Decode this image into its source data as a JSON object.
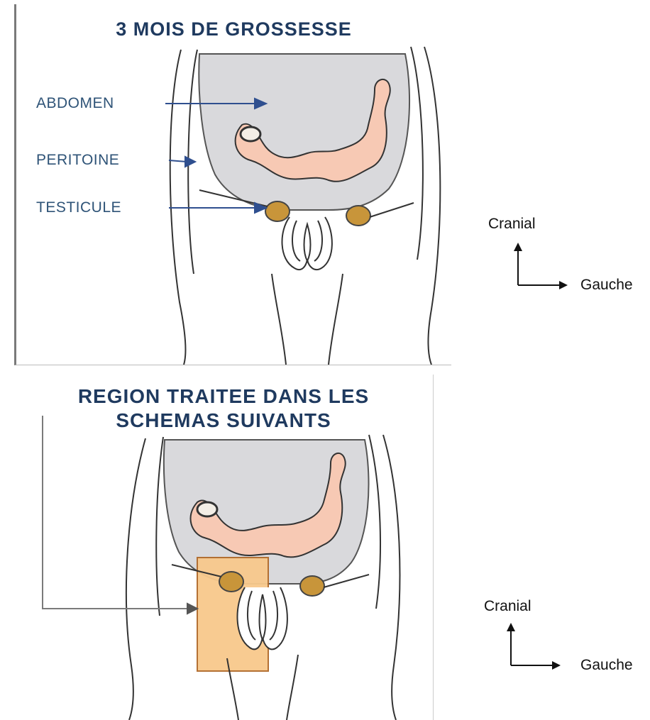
{
  "top_panel": {
    "title": "3 MOIS DE GROSSESSE",
    "labels": {
      "abdomen": "ABDOMEN",
      "peritoine": "PERITOINE",
      "testicule": "TESTICULE"
    }
  },
  "bottom_panel": {
    "title_line1": "REGION TRAITEE DANS LES",
    "title_line2": "SCHEMAS SUIVANTS"
  },
  "orientation_top": {
    "up": "Cranial",
    "right": "Gauche"
  },
  "orientation_bottom": {
    "up": "Cranial",
    "right": "Gauche"
  },
  "colors": {
    "title": "#1f3a5f",
    "label": "#2e5377",
    "arrow": "#2f4f8f",
    "peritoneum_fill": "#d9d9dc",
    "intestine_fill": "#f7c9b4",
    "testicle_fill": "#c8953a",
    "region_fill": "#f8c98c"
  }
}
